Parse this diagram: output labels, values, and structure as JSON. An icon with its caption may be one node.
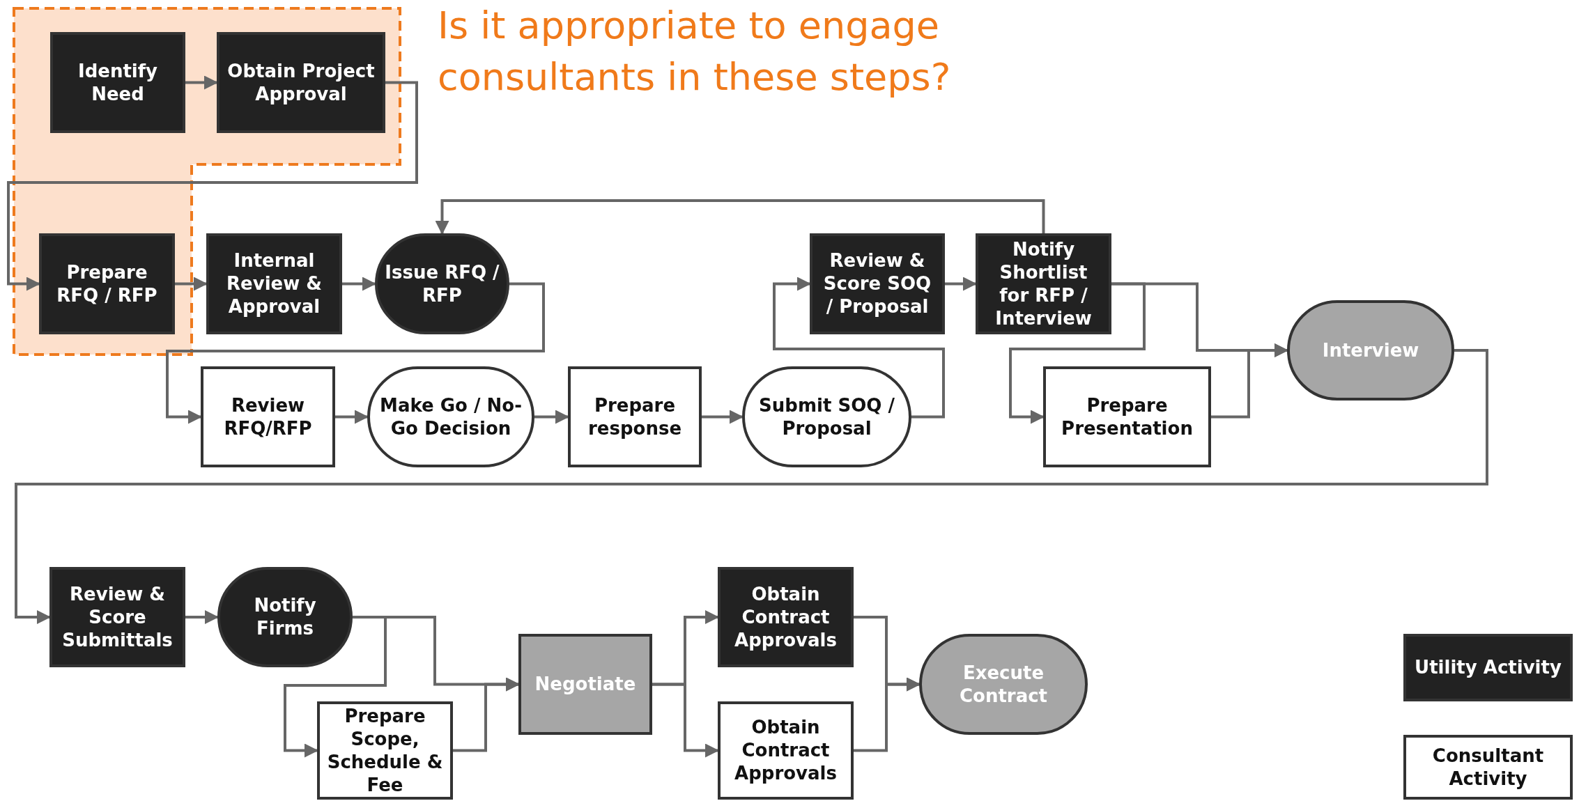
{
  "diagram": {
    "title": "Is it appropriate to engage consultants in these steps?",
    "nodes": [
      {
        "text": [
          "Identify Need"
        ]
      },
      {
        "text": [
          "Obtain Project Approval"
        ]
      },
      {
        "text": [
          "Prepare RFQ / RFP"
        ]
      },
      {
        "text": [
          "Internal Review & Approval"
        ]
      },
      {
        "text": [
          "Issue RFQ / RFP"
        ]
      },
      {
        "text": [
          "Review RFQ/RFP"
        ]
      },
      {
        "text": [
          "Make Go / No-Go Decision"
        ]
      },
      {
        "text": [
          "Prepare response"
        ]
      },
      {
        "text": [
          "Submit SOQ / Proposal"
        ]
      },
      {
        "text": [
          "Review & Score SOQ / Proposal"
        ]
      },
      {
        "text": [
          "Notify Shortlist for RFP / Interview"
        ]
      },
      {
        "text": [
          "Prepare Presentation"
        ]
      },
      {
        "text": [
          "Interview"
        ]
      },
      {
        "text": [
          "Review & Score Submittals"
        ]
      },
      {
        "text": [
          "Notify Firms"
        ]
      },
      {
        "text": [
          "Prepare Scope, Schedule & Fee"
        ]
      },
      {
        "text": [
          "Negotiate"
        ]
      },
      {
        "text": [
          "Obtain Contract Approvals"
        ]
      },
      {
        "text": [
          "Obtain Contract Approvals"
        ]
      },
      {
        "text": [
          "Execute Contract"
        ]
      }
    ],
    "edges": [
      {
        "from": 0,
        "to": 1,
        "arrow": "to"
      },
      {
        "from": 1,
        "to": 2,
        "arrow": "to"
      },
      {
        "from": 2,
        "to": 3,
        "arrow": "to"
      },
      {
        "from": 3,
        "to": 4,
        "arrow": "to"
      },
      {
        "from": 4,
        "to": 5,
        "arrow": "to"
      },
      {
        "from": 5,
        "to": 6,
        "arrow": "to"
      },
      {
        "from": 6,
        "to": 7,
        "arrow": "to"
      },
      {
        "from": 7,
        "to": 8,
        "arrow": "to"
      },
      {
        "from": 8,
        "to": 9,
        "arrow": "to"
      },
      {
        "from": 9,
        "to": 10,
        "arrow": "to"
      },
      {
        "from": 10,
        "to": 4,
        "arrow": "to"
      },
      {
        "from": 10,
        "to": 11,
        "arrow": "to"
      },
      {
        "from": 10,
        "to": 12,
        "arrow": "to"
      },
      {
        "from": 11,
        "to": 12,
        "arrow": "to"
      },
      {
        "from": 12,
        "to": 13,
        "arrow": "to"
      },
      {
        "from": 13,
        "to": 14,
        "arrow": "to"
      },
      {
        "from": 14,
        "to": 15,
        "arrow": "to"
      },
      {
        "from": 14,
        "to": 16,
        "arrow": "to"
      },
      {
        "from": 15,
        "to": 16,
        "arrow": "to"
      },
      {
        "from": 16,
        "to": 17,
        "arrow": "to"
      },
      {
        "from": 16,
        "to": 18,
        "arrow": "to"
      },
      {
        "from": 17,
        "to": 19,
        "arrow": "to"
      },
      {
        "from": 18,
        "to": 19,
        "arrow": "to"
      }
    ],
    "legend": [
      {
        "text": "Utility Activity",
        "color": "#222222"
      },
      {
        "text": "Consultant Activity",
        "color": "#ffffff"
      }
    ]
  }
}
